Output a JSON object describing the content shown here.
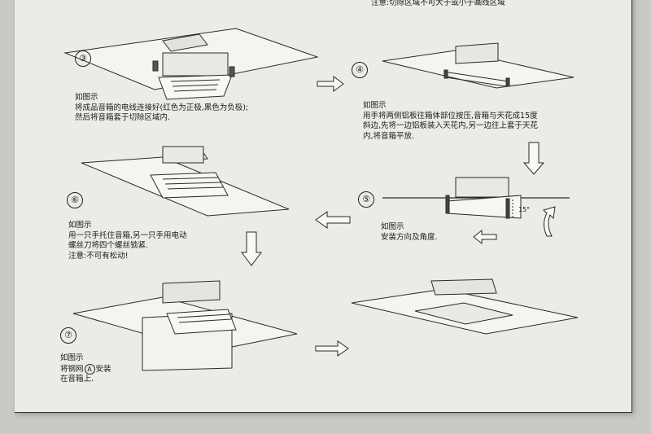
{
  "header_note": "注意:切除区域不可大于或小于画线区域",
  "steps": [
    {
      "num": "③",
      "lines": [
        "如图示",
        "将成品音箱的电线连接好(红色为正极,黑色为负极);",
        "然后将音箱套于切除区域内."
      ]
    },
    {
      "num": "④",
      "lines": [
        "如图示",
        "用手将两侧铝板往箱体部位按压,音箱与天花成15度",
        "斜边,先将一边铝板装入天花内,另一边往上套于天花",
        "内,将音箱平放."
      ]
    },
    {
      "num": "⑤",
      "lines": [
        "如图示",
        "安装方向及角度."
      ],
      "angle_label": "15°"
    },
    {
      "num": "⑥",
      "lines": [
        "如图示",
        "用一只手托住音箱,另一只手用电动",
        "螺丝刀将四个螺丝锁紧.",
        "注意:不可有松动!"
      ]
    },
    {
      "num": "⑦",
      "lines": [
        "如图示",
        "将钢网",
        "安装",
        "在音箱上."
      ],
      "marker": "A"
    }
  ]
}
